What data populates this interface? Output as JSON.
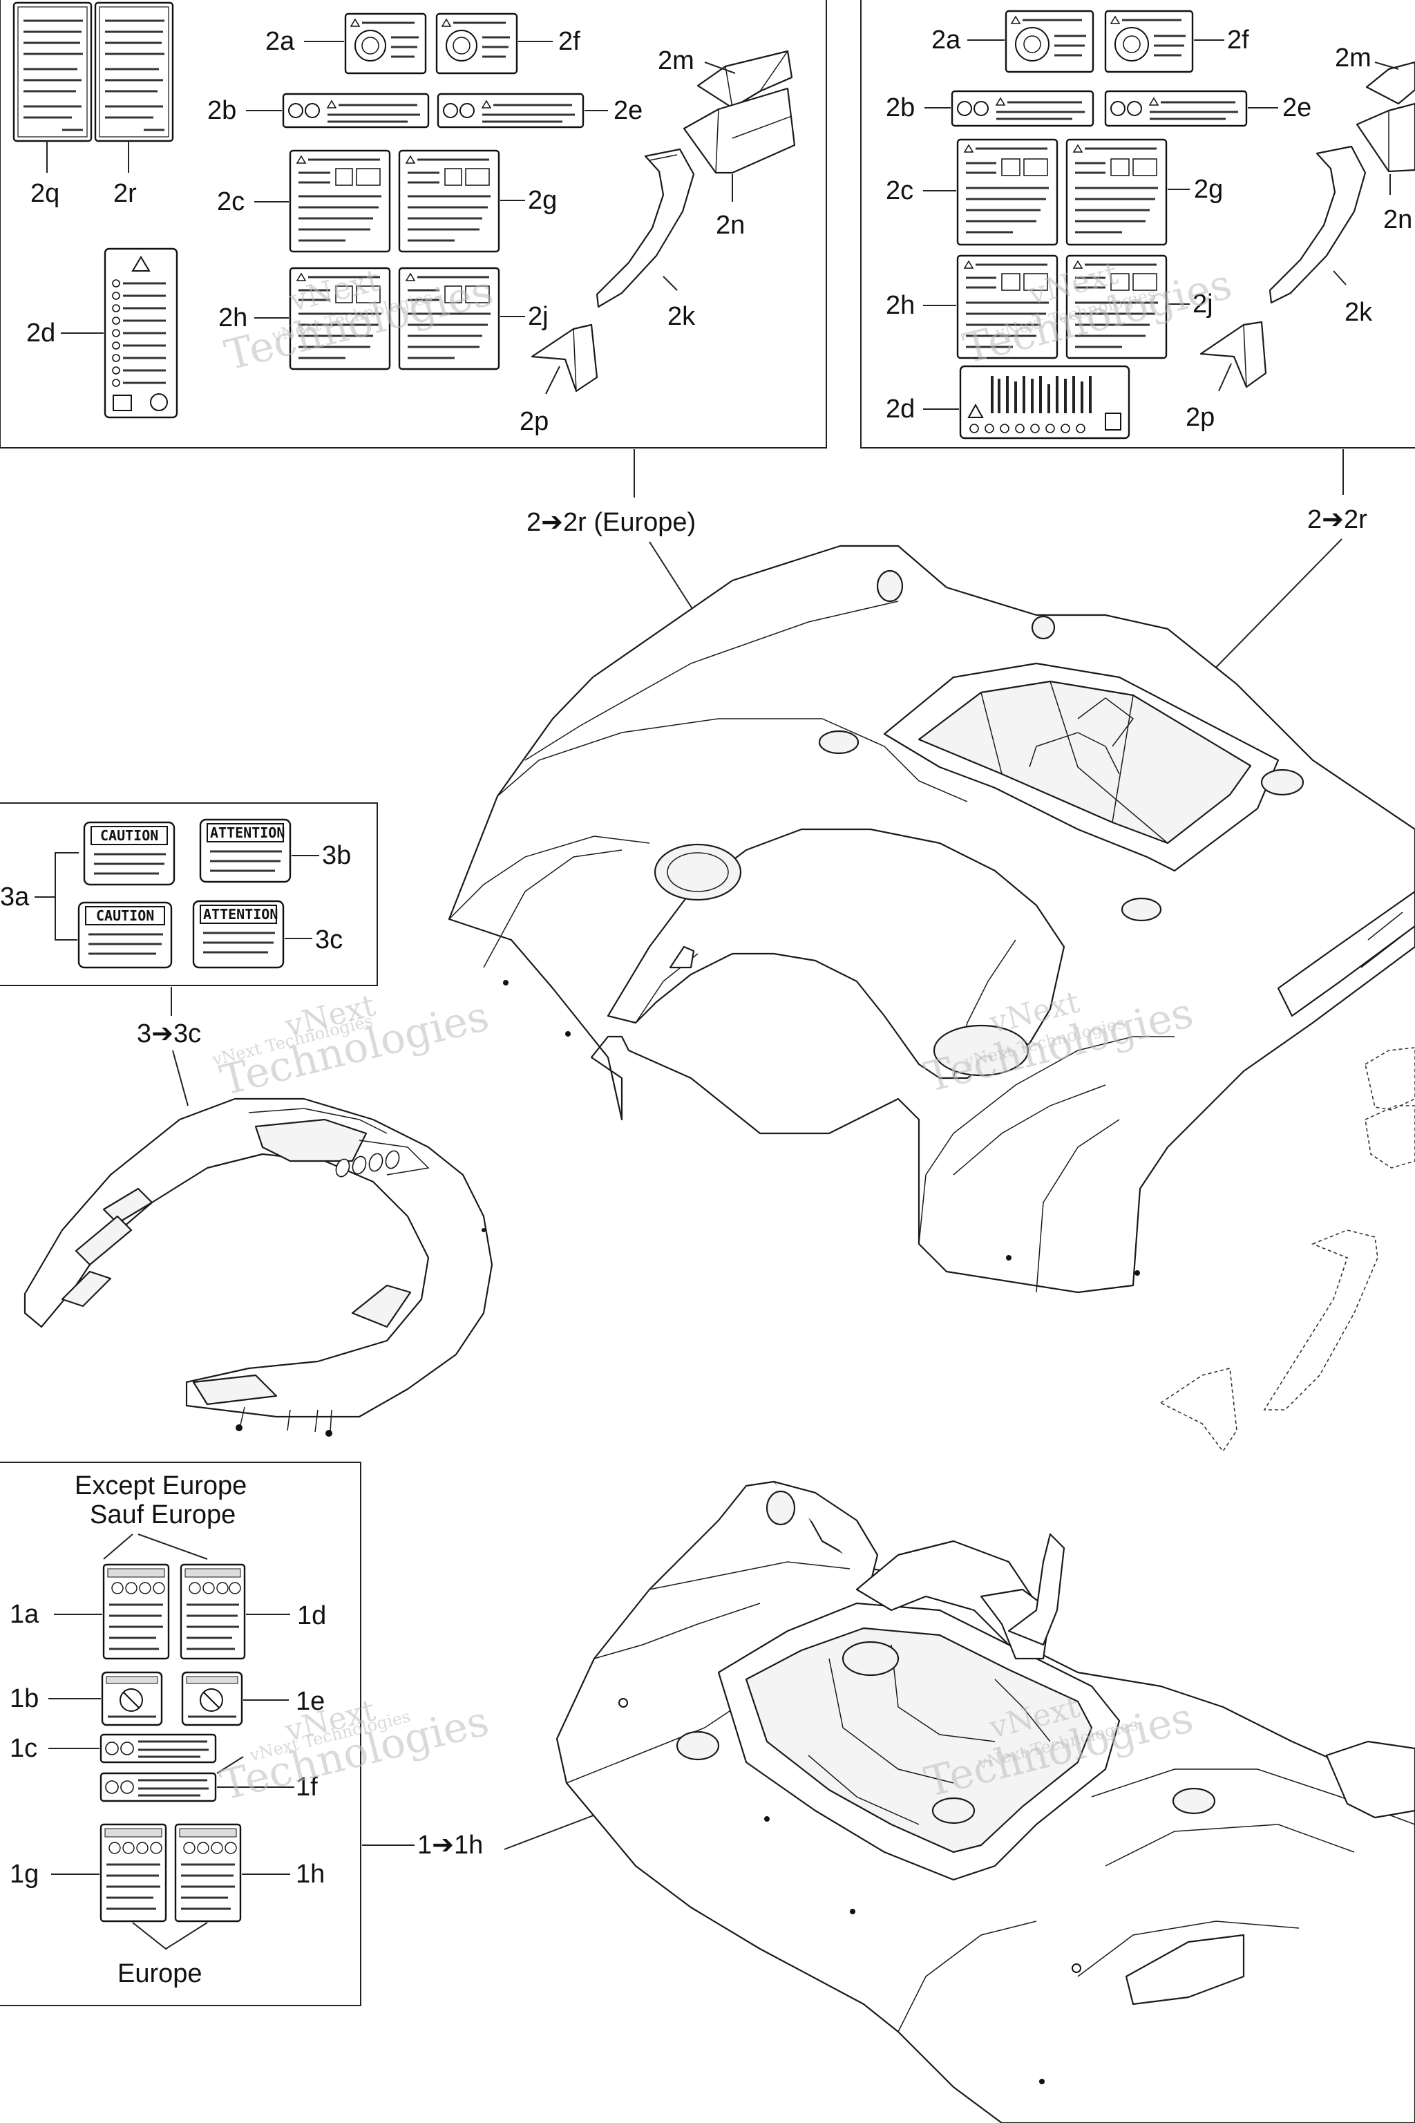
{
  "callouts": {
    "2a_l": "2a",
    "2f_l": "2f",
    "2m_l": "2m",
    "2b_l": "2b",
    "2e_l": "2e",
    "2n_l": "2n",
    "2c_l": "2c",
    "2g_l": "2g",
    "2h_l": "2h",
    "2j_l": "2j",
    "2k_l": "2k",
    "2p_l": "2p",
    "2q_l": "2q",
    "2r_l": "2r",
    "2d_l": "2d",
    "2a_r": "2a",
    "2f_r": "2f",
    "2m_r": "2m",
    "2b_r": "2b",
    "2e_r": "2e",
    "2n_r": "2n",
    "2c_r": "2c",
    "2g_r": "2g",
    "2h_r": "2h",
    "2j_r": "2j",
    "2k_r": "2k",
    "2d_r": "2d",
    "2p_r": "2p",
    "3a": "3a",
    "3b": "3b",
    "3c": "3c",
    "1a": "1a",
    "1b": "1b",
    "1c": "1c",
    "1d": "1d",
    "1e": "1e",
    "1f": "1f",
    "1g": "1g",
    "1h": "1h"
  },
  "group_labels": {
    "rear_europe": "2➔2r (Europe)",
    "rear_other": "2➔2r",
    "front_rack_decals": "3➔3c",
    "front_fender": "1➔1h"
  },
  "region_text": {
    "except_europe": "Except Europe",
    "sauf_europe": "Sauf Europe",
    "europe": "Europe"
  },
  "decal_titles": {
    "caution": "CAUTION",
    "attention": "ATTENTION"
  },
  "watermark": {
    "line1": "vNext",
    "line2": "Technologies",
    "full": "vNext Technologies"
  }
}
